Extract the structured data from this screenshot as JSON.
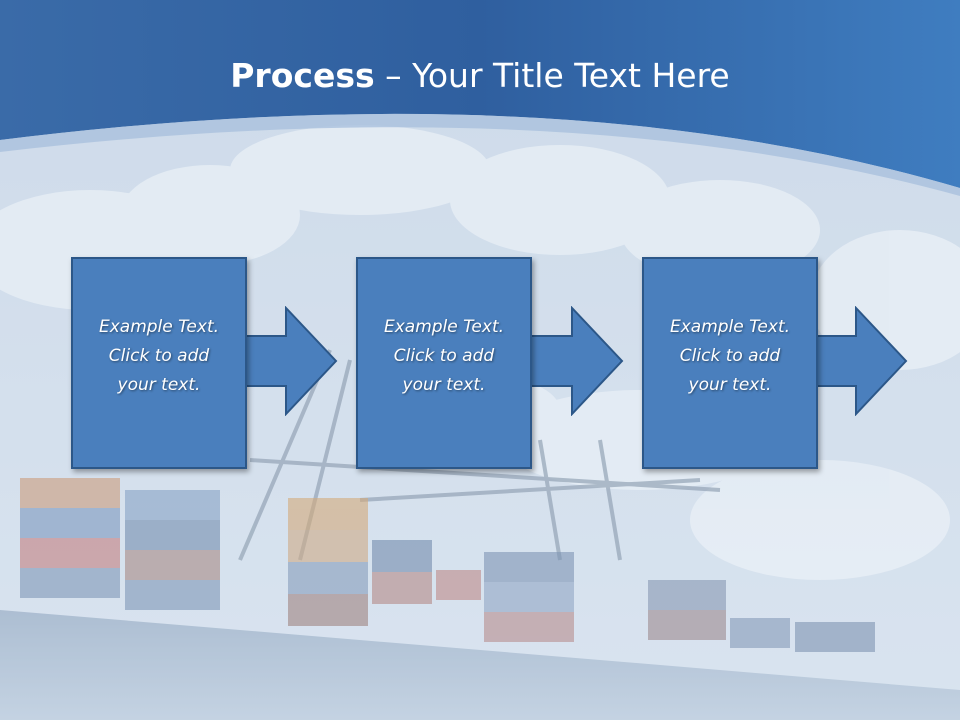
{
  "slide": {
    "title_bold": "Process",
    "title_dash": " – ",
    "title_rest": "Your Title Text Here"
  },
  "steps": [
    {
      "text": "Example Text.\nClick  to add\nyour text."
    },
    {
      "text": "Example Text.\nClick  to add\nyour text."
    },
    {
      "text": "Example Text.\nClick  to add\nyour text."
    }
  ],
  "colors": {
    "header_blue": "#3a70b0",
    "box_fill": "#4a7fbd",
    "box_border": "#2c5788"
  },
  "background": {
    "scene": "container-ship-port-with-cranes-and-clouds"
  }
}
